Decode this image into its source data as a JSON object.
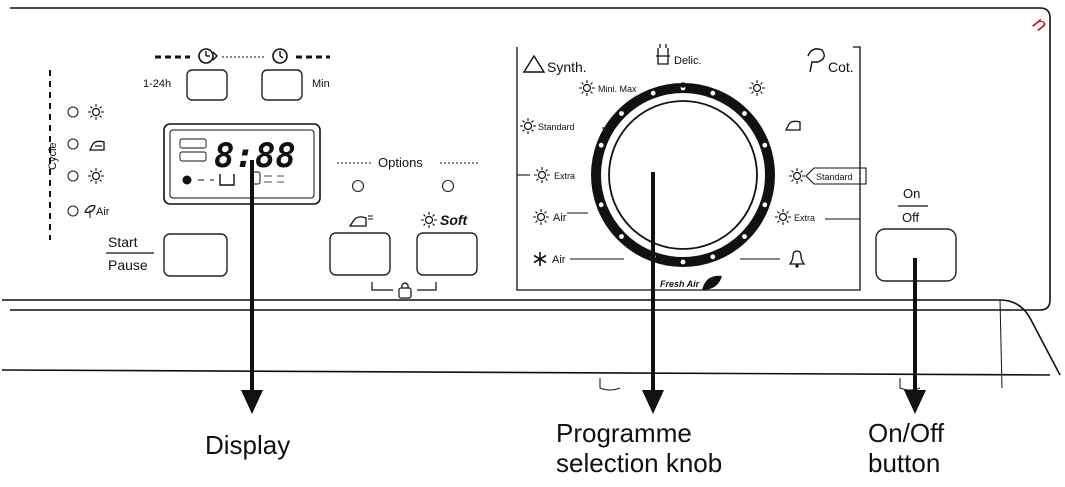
{
  "timer": {
    "delay_label": "1-24h",
    "min_label": "Min"
  },
  "cycle": {
    "title": "Cycle",
    "items": [
      {
        "icon": "sun-icon",
        "label": ""
      },
      {
        "icon": "iron-icon",
        "label": ""
      },
      {
        "icon": "sun-icon",
        "label": ""
      },
      {
        "icon": "fresh-air-icon",
        "label": "Air"
      }
    ]
  },
  "display": {
    "digits": "8:88"
  },
  "options": {
    "label": "Options",
    "soft_label": "Soft"
  },
  "start_pause": {
    "top": "Start",
    "bottom": "Pause"
  },
  "programmes": {
    "synth": "Synth.",
    "delic": "Delic.",
    "cot": "Cot.",
    "mini_max": "Mini. Max",
    "standard_left": "Standard",
    "extra_left": "Extra",
    "air_left": "Air",
    "air_cold": "Air",
    "standard_right": "Standard",
    "extra_right": "Extra",
    "fresh_air": "Fresh Air"
  },
  "on_off": {
    "on": "On",
    "off": "Off"
  },
  "callouts": {
    "display": "Display",
    "knob_line1": "Programme",
    "knob_line2": "selection knob",
    "onoff_line1": "On/Off",
    "onoff_line2": "button"
  },
  "watermark": "n"
}
